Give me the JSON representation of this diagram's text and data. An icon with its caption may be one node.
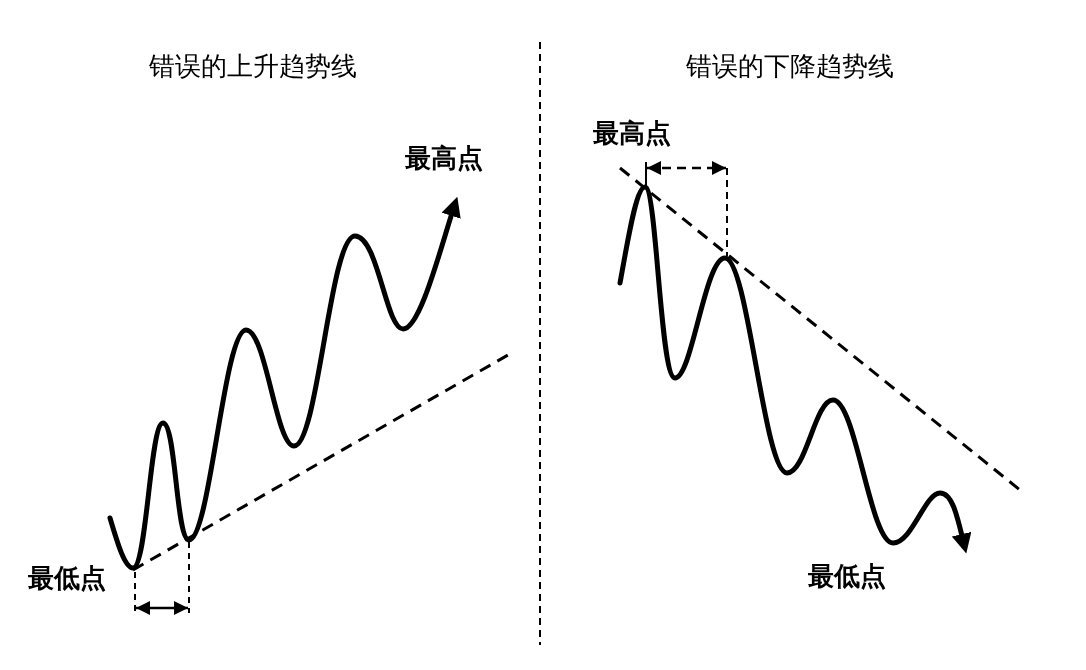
{
  "diagram": {
    "labels": [
      "错误的上升趋势线",
      "最高点",
      "最低点",
      "错误的下降趋势线",
      "最高点",
      "最低点"
    ]
  }
}
